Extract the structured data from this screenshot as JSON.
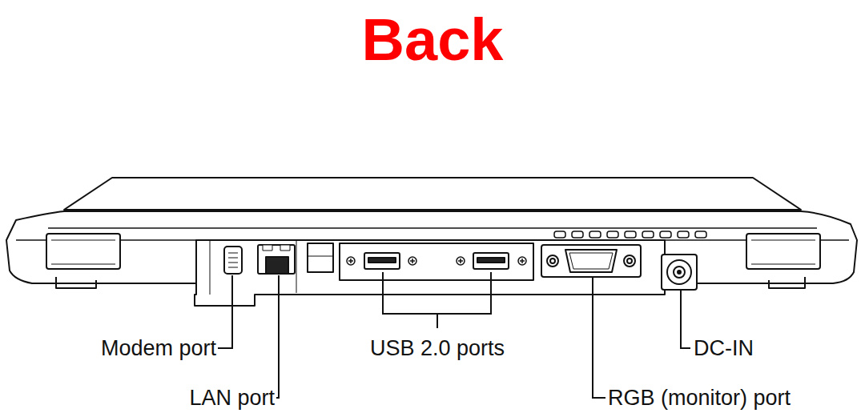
{
  "diagram": {
    "title": "Back",
    "labels": [
      "Modem port",
      "USB 2.0 ports",
      "DC-IN",
      "LAN port",
      "RGB (monitor) port"
    ]
  }
}
